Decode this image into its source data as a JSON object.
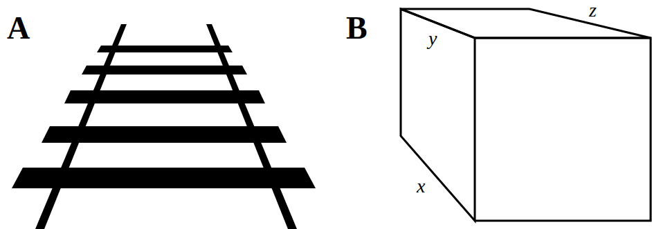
{
  "diagram": {
    "labels": [
      "A",
      "B",
      "x",
      "y",
      "z"
    ]
  }
}
